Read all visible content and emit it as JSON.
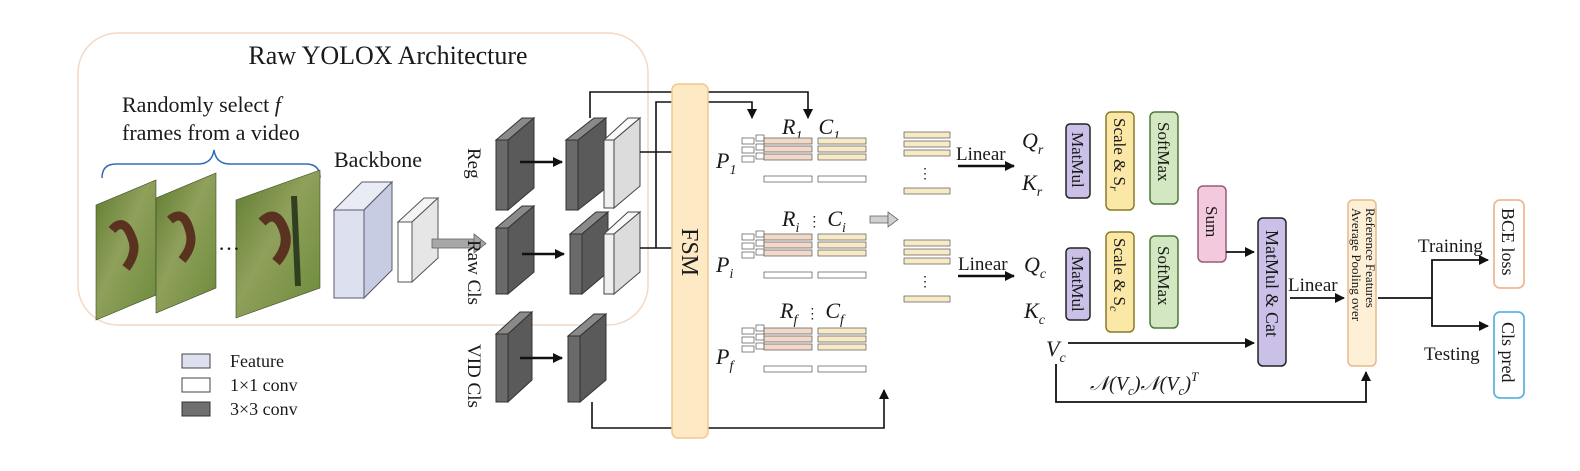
{
  "raw_yolox_label": "Raw YOLOX Architecture",
  "random_select_line1": "Randomly select",
  "random_select_var": "f",
  "random_select_line2": "frames from a video",
  "ellipsis": "…",
  "backbone_label": "Backbone",
  "head_labels": {
    "reg": "Reg",
    "raw_cls": "Raw Cls",
    "vid_cls": "VID Cls"
  },
  "fsm_label": "FSM",
  "legend": {
    "feature": "Feature",
    "conv1": "1×1 conv",
    "conv3": "3×3 conv"
  },
  "p_labels": {
    "p1": "P",
    "p1_sub": "1",
    "pi": "P",
    "pi_sub": "i",
    "pf": "P",
    "pf_sub": "f"
  },
  "rc_labels": {
    "r1": "R",
    "r1_sub": "1",
    "c1": "C",
    "c1_sub": "1",
    "ri": "R",
    "ri_sub": "i",
    "ci": "C",
    "ci_sub": "i",
    "rf": "R",
    "rf_sub": "f",
    "cf": "C",
    "cf_sub": "f"
  },
  "linear_labels": {
    "top": "Linear",
    "mid": "Linear",
    "right": "Linear"
  },
  "qk_labels": {
    "qr": "Q",
    "qr_sub": "r",
    "kr": "K",
    "kr_sub": "r",
    "qc": "Q",
    "qc_sub": "c",
    "kc": "K",
    "kc_sub": "c",
    "vc": "V",
    "vc_sub": "c"
  },
  "ops": {
    "matmul": "MatMul",
    "scale_r": "Scale & S",
    "scale_r_sub": "r",
    "scale_c": "Scale & S",
    "scale_c_sub": "c",
    "softmax": "SoftMax",
    "sum": "Sum",
    "matmul_cat": "MatMul & Cat",
    "avg_pool_line1": "Average Pooling over",
    "avg_pool_line2": "Reference Features"
  },
  "norm_formula": "𝒩(V_c)𝒩(V_c)^T",
  "norm_parts": {
    "n": "𝒩(",
    "v": "V",
    "sub": "c",
    "close": ")",
    "sup": "T"
  },
  "outputs": {
    "training": "Training",
    "testing": "Testing",
    "bce": "BCE loss",
    "cls_pred": "Cls pred"
  },
  "colors": {
    "raw_box": "#f4d9c3",
    "feature": "#dde1ef",
    "conv3": "#6f6f6f",
    "fsm": "#fde9c4",
    "matmul": "#cbc0e8",
    "scale": "#fbe8a6",
    "softmax": "#d3e8c2",
    "sum": "#f3c9de",
    "avgpool": "#fdf0d6",
    "bce": "#f4c8b0",
    "cls": "#8fcbe8",
    "r_bar": "#f3d8c9",
    "c_bar": "#f8eac6"
  }
}
